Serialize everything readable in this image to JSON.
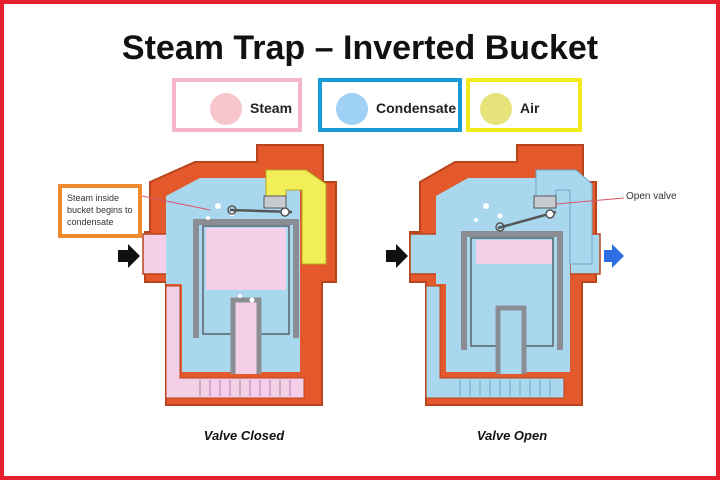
{
  "title": "Steam Trap – Inverted Bucket",
  "legend": [
    {
      "label": "Steam",
      "color": "#f7c6cc",
      "border": "#f4b6c8"
    },
    {
      "label": "Condensate",
      "color": "#9fd0f5",
      "border": "#1a9ad6"
    },
    {
      "label": "Air",
      "color": "#e5e37a",
      "border": "#f3ea1c"
    }
  ],
  "callouts": {
    "steam_inside": "Steam inside bucket begins to condensate",
    "open_valve": "Open valve"
  },
  "captions": {
    "closed": "Valve Closed",
    "open": "Valve Open"
  },
  "colors": {
    "body": "#e3592b",
    "body_stroke": "#b8441d",
    "condensate": "#a9d8ee",
    "steam": "#f3cfe8",
    "air": "#f1ee59",
    "bucket_wall": "#8a8e94",
    "arrow_in": "#111111",
    "arrow_out": "#2f6fe5"
  }
}
